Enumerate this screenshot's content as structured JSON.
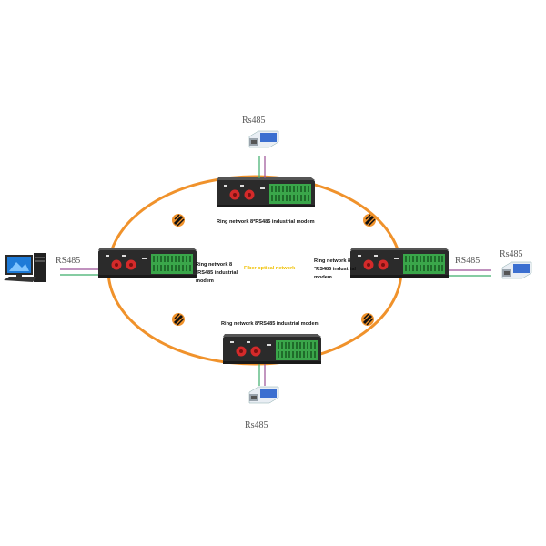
{
  "labels": {
    "rs485_top": "Rs485",
    "rs485_left": "RS485",
    "rs485_right_line": "RS485",
    "rs485_right_device": "Rs485",
    "rs485_bottom": "Rs485"
  },
  "captions": {
    "top_modem": "Ring network 8*RS485 industrial modem",
    "left_modem_1": "Ring network 8",
    "left_modem_2": "*RS485 industrial",
    "left_modem_3": "modem",
    "right_modem_1": "Ring network 8",
    "right_modem_2": "*RS485 industrial",
    "right_modem_3": "modem",
    "bottom_modem": "Ring network 8*RS485 industrial modem",
    "ring": "Fiber optical network"
  },
  "colors": {
    "ring": "#f0922b",
    "ring_label": "#f0c000",
    "line_green": "#3cae6a",
    "line_purple": "#9b4f96",
    "device_body": "#2b2b2b",
    "terminal_green": "#3aa64a",
    "port_red": "#d42a2a"
  },
  "icons": [
    "computer-icon",
    "rs485-converter-icon",
    "fiber-connector-icon"
  ]
}
